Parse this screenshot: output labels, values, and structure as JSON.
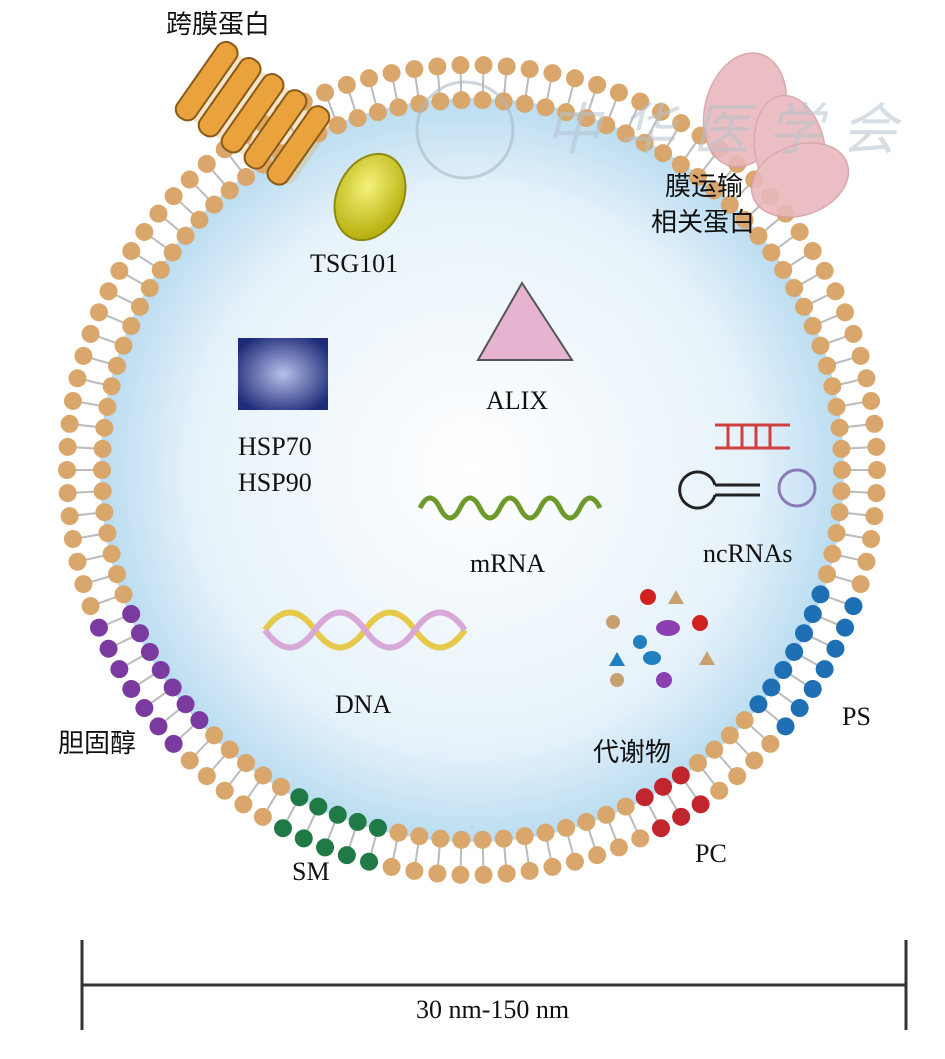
{
  "labels": {
    "transmembrane": "跨膜蛋白",
    "membrane_transport_1": "膜运输",
    "membrane_transport_2": "相关蛋白",
    "tsg101": "TSG101",
    "alix": "ALIX",
    "hsp70": "HSP70",
    "hsp90": "HSP90",
    "mrna": "mRNA",
    "ncrnas": "ncRNAs",
    "dna": "DNA",
    "metabolites": "代谢物",
    "cholesterol": "胆固醇",
    "sm": "SM",
    "pc": "PC",
    "ps": "PS"
  },
  "scale_bar": {
    "label": "30 nm-150 nm"
  },
  "watermark": {
    "text": "中华医学会"
  },
  "colors": {
    "lipid_head": "#d9a66b",
    "lumen": "#cfe6f5",
    "cholesterol": "#7a3aa0",
    "sm": "#1f7a45",
    "pc": "#c0262b",
    "ps": "#1f6fb5"
  }
}
